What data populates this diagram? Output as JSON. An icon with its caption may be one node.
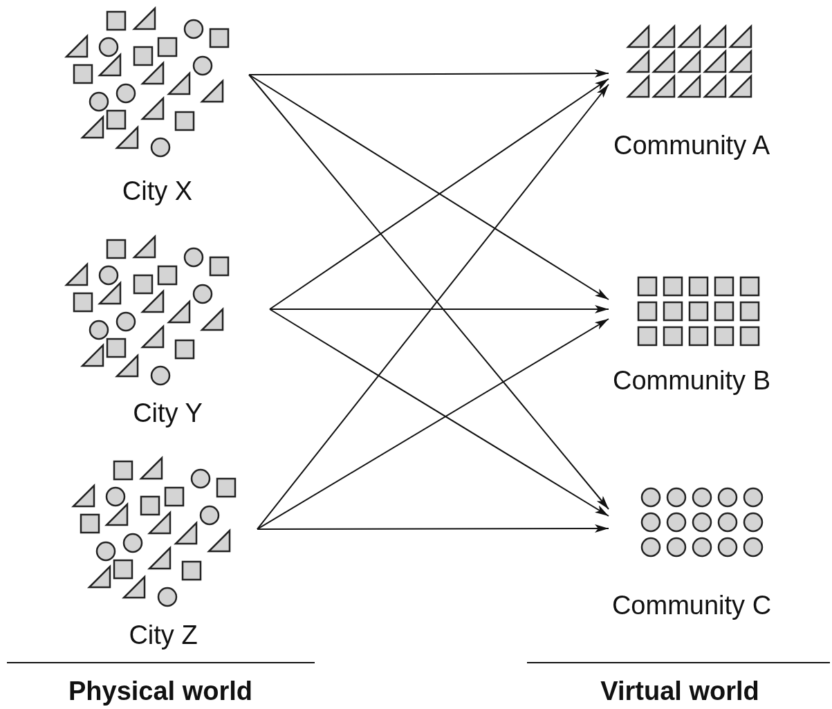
{
  "diagram": {
    "nodes": [
      {
        "text": [
          "City X"
        ]
      },
      {
        "text": [
          "City Y"
        ]
      },
      {
        "text": [
          "City Z"
        ]
      },
      {
        "text": [
          "Community A"
        ]
      },
      {
        "text": [
          "Community B"
        ]
      },
      {
        "text": [
          "Community C"
        ]
      }
    ],
    "edges": [
      {
        "from": 0,
        "to": 3,
        "arrow": "to"
      },
      {
        "from": 0,
        "to": 4,
        "arrow": "to"
      },
      {
        "from": 0,
        "to": 5,
        "arrow": "to"
      },
      {
        "from": 1,
        "to": 3,
        "arrow": "to"
      },
      {
        "from": 1,
        "to": 4,
        "arrow": "to"
      },
      {
        "from": 1,
        "to": 5,
        "arrow": "to"
      },
      {
        "from": 2,
        "to": 3,
        "arrow": "to"
      },
      {
        "from": 2,
        "to": 4,
        "arrow": "to"
      },
      {
        "from": 2,
        "to": 5,
        "arrow": "to"
      }
    ],
    "labels": [
      "Physical world",
      "Virtual world"
    ]
  }
}
